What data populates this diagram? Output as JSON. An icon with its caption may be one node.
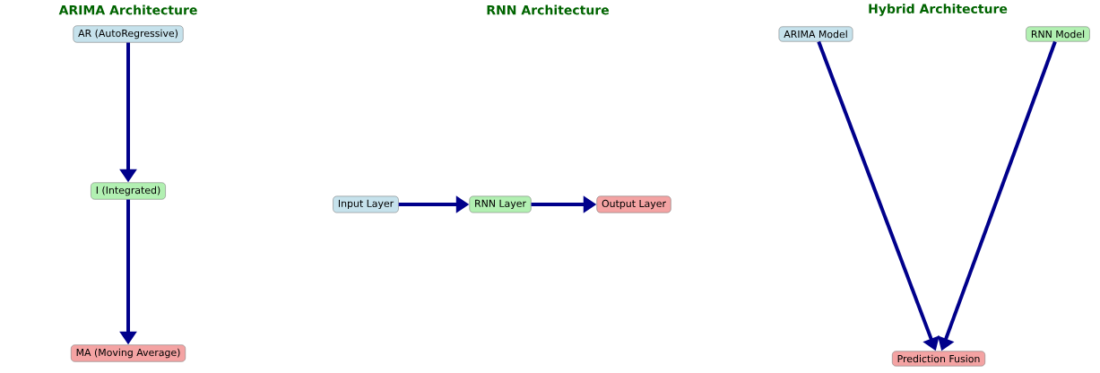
{
  "diagram": {
    "nodes": [
      {
        "text": [
          "AR (AutoRegressive)"
        ]
      },
      {
        "text": [
          "I (Integrated)"
        ]
      },
      {
        "text": [
          "MA (Moving Average)"
        ]
      },
      {
        "text": [
          "Input Layer"
        ]
      },
      {
        "text": [
          "RNN Layer"
        ]
      },
      {
        "text": [
          "Output Layer"
        ]
      },
      {
        "text": [
          "ARIMA Model"
        ]
      },
      {
        "text": [
          "RNN Model"
        ]
      },
      {
        "text": [
          "Prediction Fusion"
        ]
      }
    ],
    "edges": [
      {
        "from": 0,
        "to": 1,
        "arrow": "to"
      },
      {
        "from": 1,
        "to": 2,
        "arrow": "to"
      },
      {
        "from": 3,
        "to": 4,
        "arrow": "to"
      },
      {
        "from": 4,
        "to": 5,
        "arrow": "to"
      },
      {
        "from": 6,
        "to": 8,
        "arrow": "to"
      },
      {
        "from": 7,
        "to": 8,
        "arrow": "to"
      }
    ],
    "labels": [
      "ARIMA Architecture",
      "RNN Architecture",
      "Hybrid Architecture"
    ]
  }
}
